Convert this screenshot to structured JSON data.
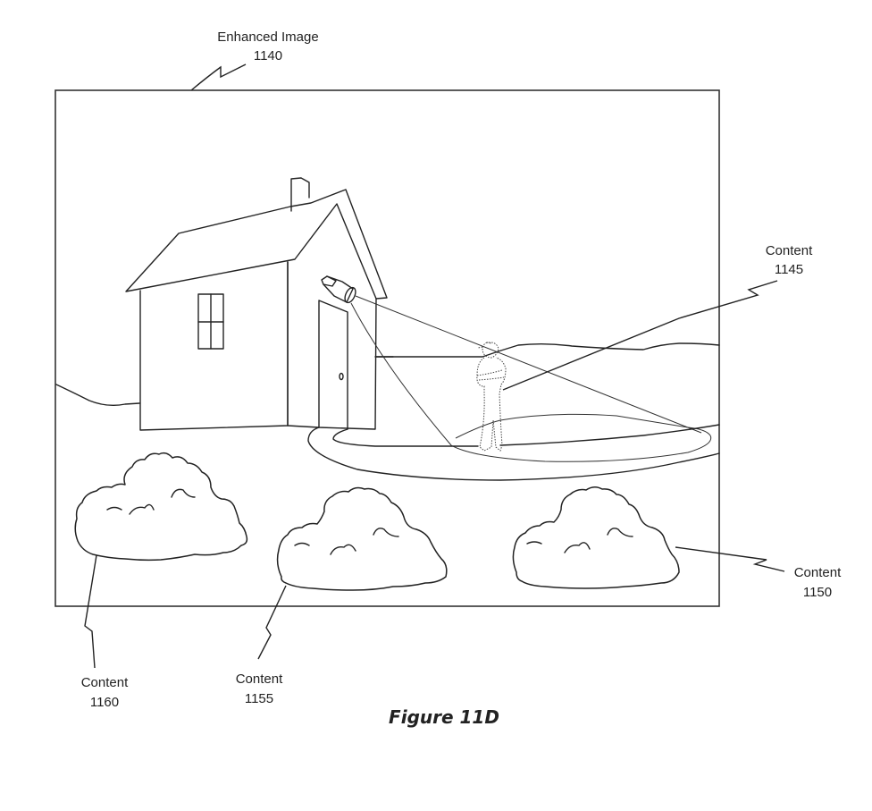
{
  "figure": {
    "caption": "Figure 11D",
    "labels": {
      "enhanced_image": {
        "title": "Enhanced Image",
        "ref": "1140"
      },
      "content_person": {
        "title": "Content",
        "ref": "1145"
      },
      "content_bush_right": {
        "title": "Content",
        "ref": "1150"
      },
      "content_bush_middle": {
        "title": "Content",
        "ref": "1155"
      },
      "content_bush_left": {
        "title": "Content",
        "ref": "1160"
      }
    },
    "scene": {
      "elements": [
        "house",
        "chimney",
        "window",
        "door",
        "security-camera",
        "camera-field-of-view",
        "person",
        "lawn-path",
        "hills",
        "bush-left",
        "bush-middle",
        "bush-right"
      ]
    }
  }
}
